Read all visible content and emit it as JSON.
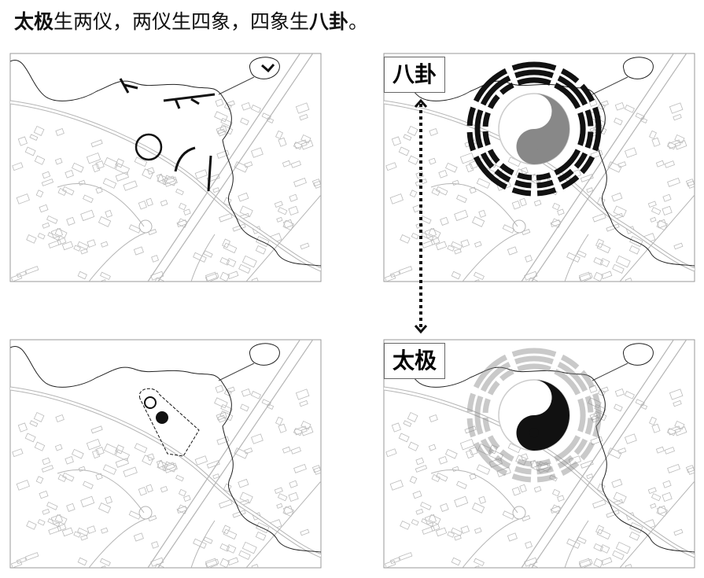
{
  "title": {
    "bold1": "太极",
    "mid": "生两仪，两仪生四象，四象生",
    "bold2": "八卦",
    "end": "。"
  },
  "labels": {
    "bagua": "八卦",
    "taiji": "太极"
  },
  "colors": {
    "ink": "#111111",
    "gray": "#888888",
    "light": "#bbbbbb",
    "map_line": "#b5b5b5"
  },
  "bagua_trigrams": [
    [
      1,
      1,
      1
    ],
    [
      0,
      1,
      1
    ],
    [
      1,
      0,
      1
    ],
    [
      0,
      0,
      1
    ],
    [
      0,
      0,
      0
    ],
    [
      1,
      0,
      0
    ],
    [
      0,
      1,
      0
    ],
    [
      1,
      1,
      0
    ]
  ]
}
